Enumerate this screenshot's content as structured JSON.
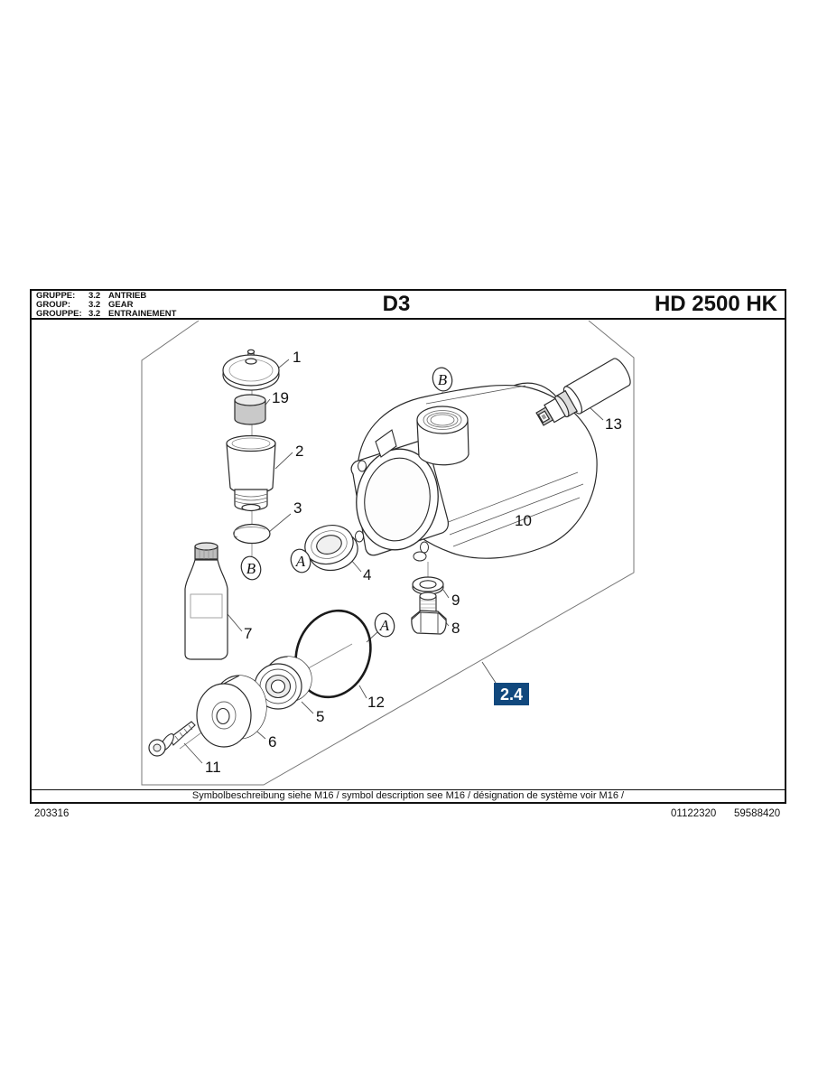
{
  "header": {
    "rows": [
      {
        "label": "GRUPPE:",
        "num": "3.2",
        "name": "ANTRIEB"
      },
      {
        "label": "GROUP:",
        "num": "3.2",
        "name": "GEAR"
      },
      {
        "label": "GROUPPE:",
        "num": "3.2",
        "name": "ENTRAINEMENT"
      }
    ],
    "page_code": "D3",
    "model": "HD 2500 HK"
  },
  "footer": {
    "symbol_note": "Symbolbeschreibung siehe M16 / symbol description see M16 / désignation de système voir M16 /",
    "doc_left": "203316",
    "doc_mid": "01122320",
    "doc_right": "59588420"
  },
  "diagram": {
    "badge": "2.4",
    "badge_color": "#11487d",
    "callouts": {
      "a": "A",
      "b": "B"
    },
    "labels": {
      "n1": "1",
      "n2": "2",
      "n3": "3",
      "n4": "4",
      "n5": "5",
      "n6": "6",
      "n7": "7",
      "n8": "8",
      "n9": "9",
      "n10": "10",
      "n11": "11",
      "n12": "12",
      "n13": "13",
      "n19": "19"
    }
  }
}
